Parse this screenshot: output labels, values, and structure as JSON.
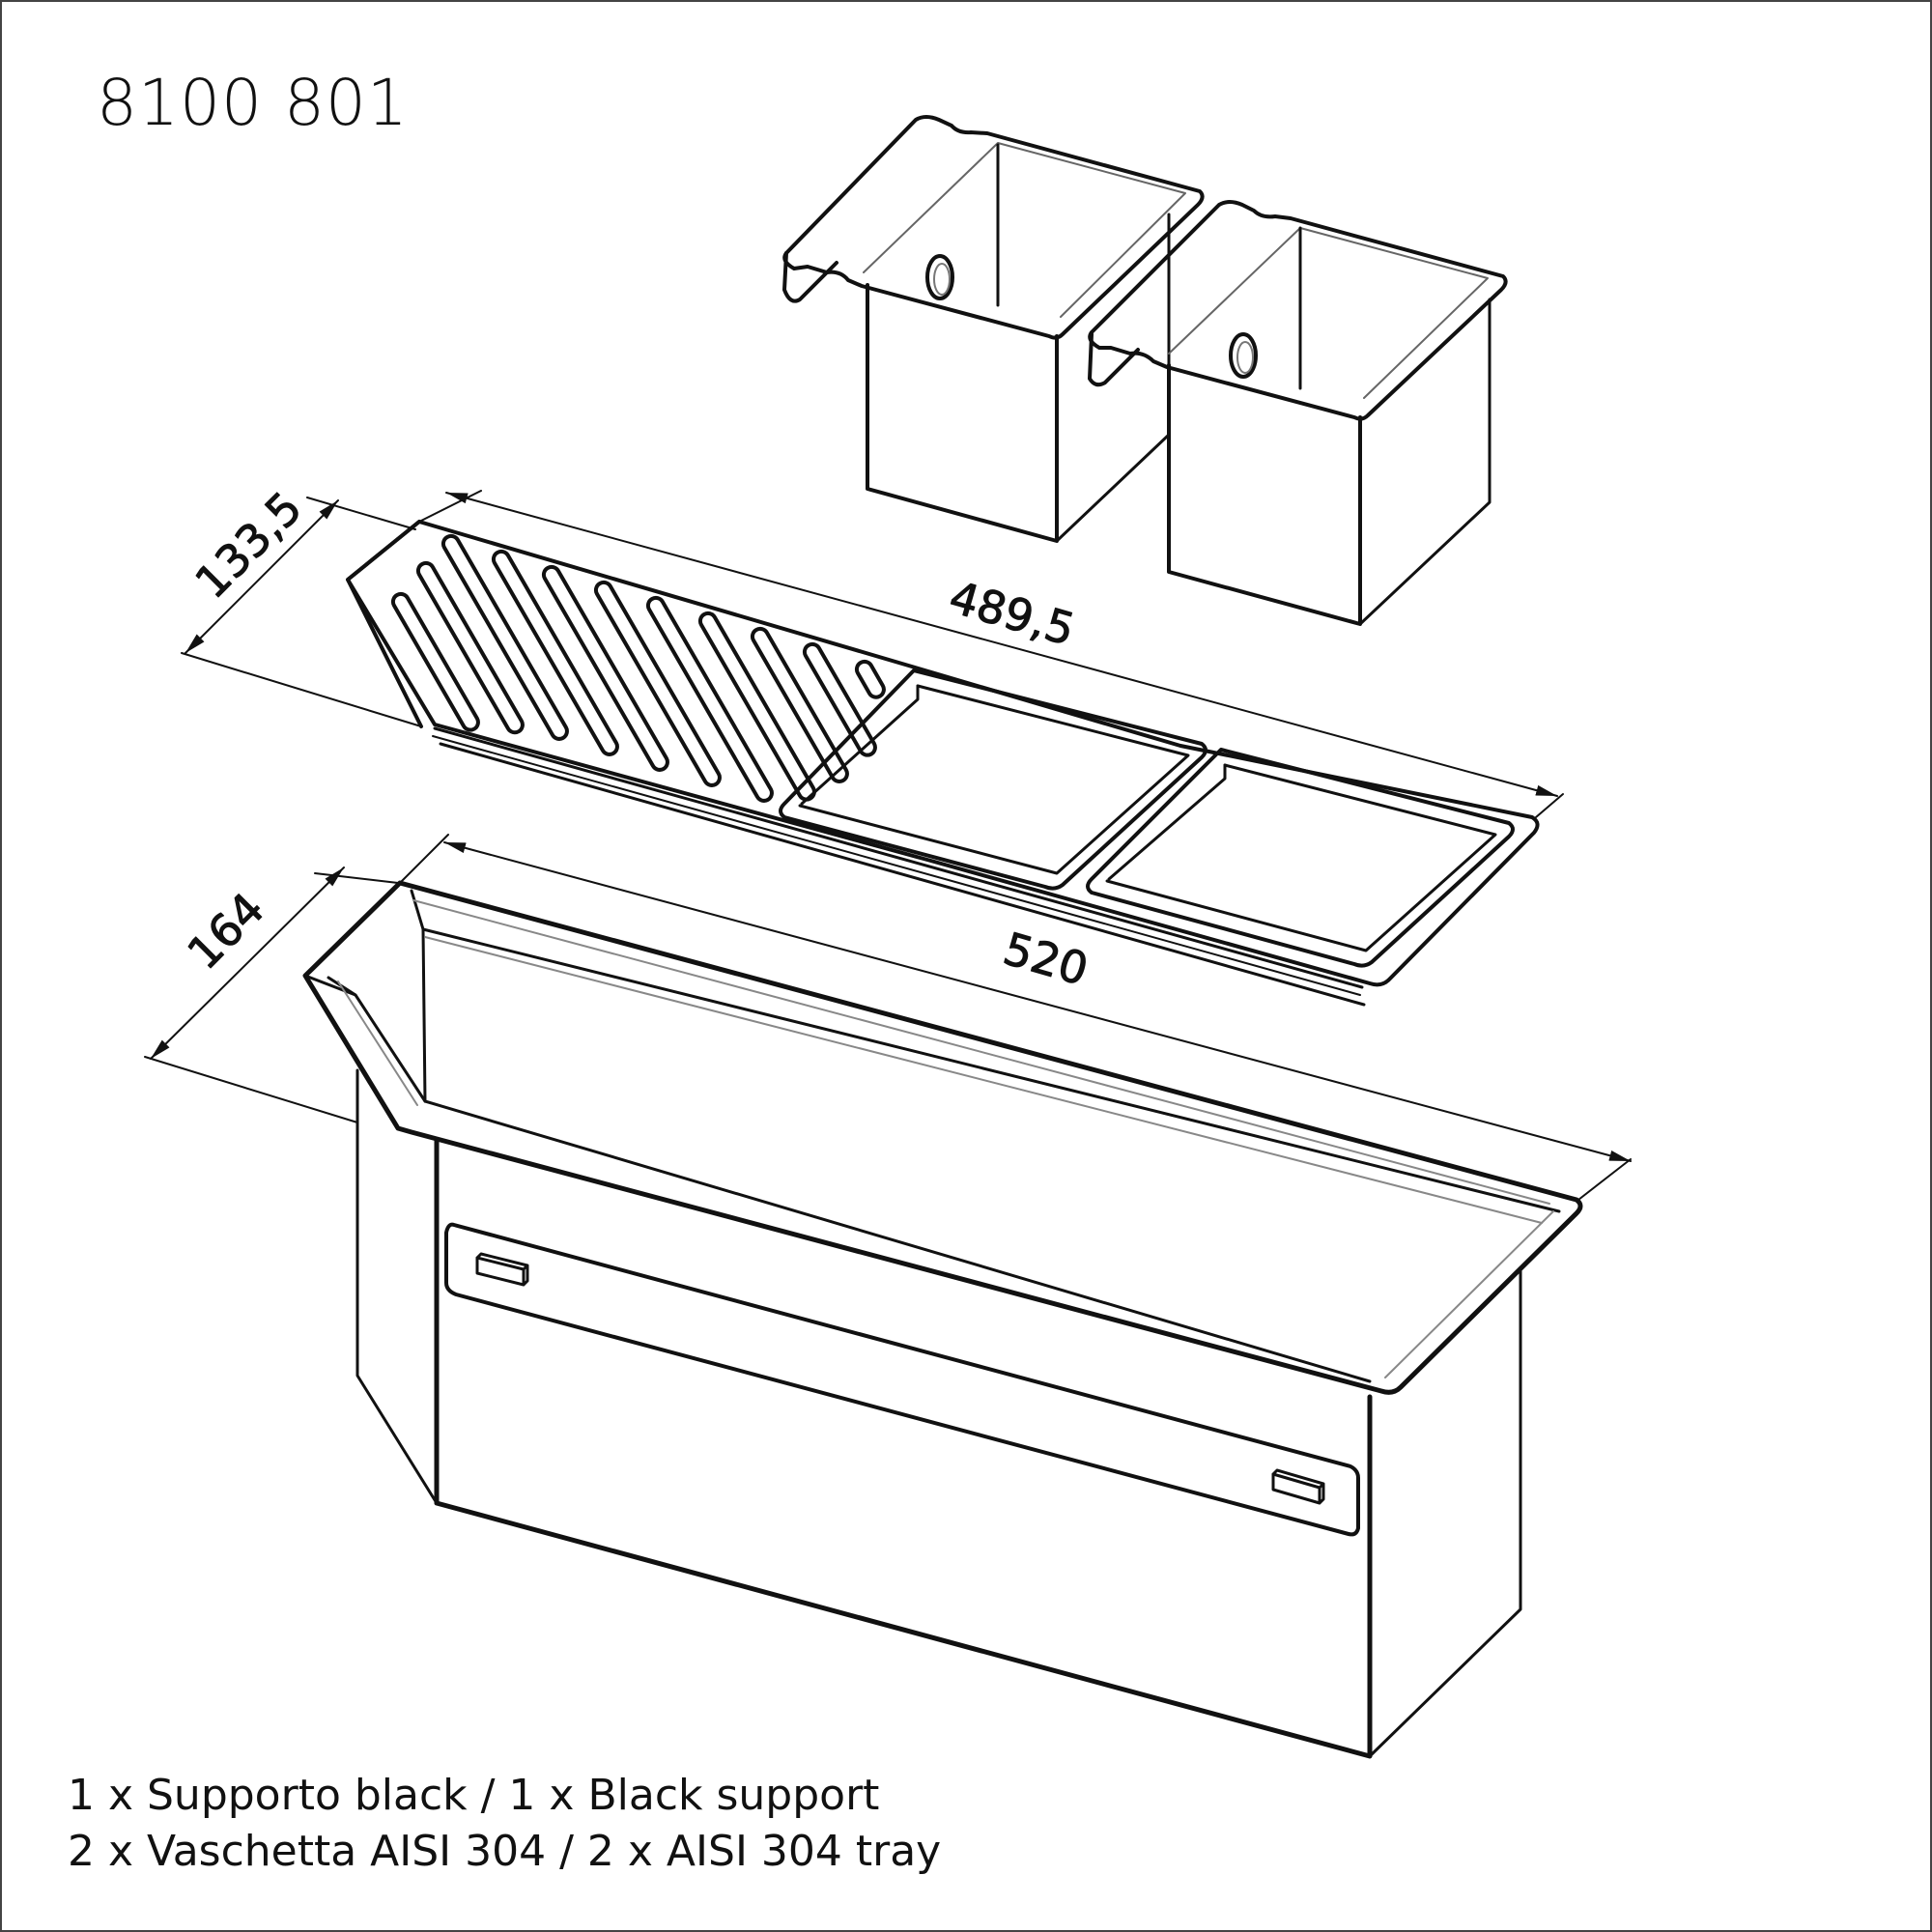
{
  "header": {
    "product_code": "8100 801"
  },
  "dimensions": {
    "tray_depth": "133,5",
    "tray_length": "489,5",
    "support_depth": "164",
    "support_length": "520"
  },
  "components": [
    {
      "name": "black-support",
      "label": "1 x Supporto black / 1 x Black support"
    },
    {
      "name": "aisi-304-tray",
      "label": "2 x Vaschetta AISI 304 / 2 x AISI 304 tray"
    }
  ],
  "drawing": {
    "slot_count": 11,
    "stroke_color": "#111111",
    "background": "#ffffff"
  }
}
